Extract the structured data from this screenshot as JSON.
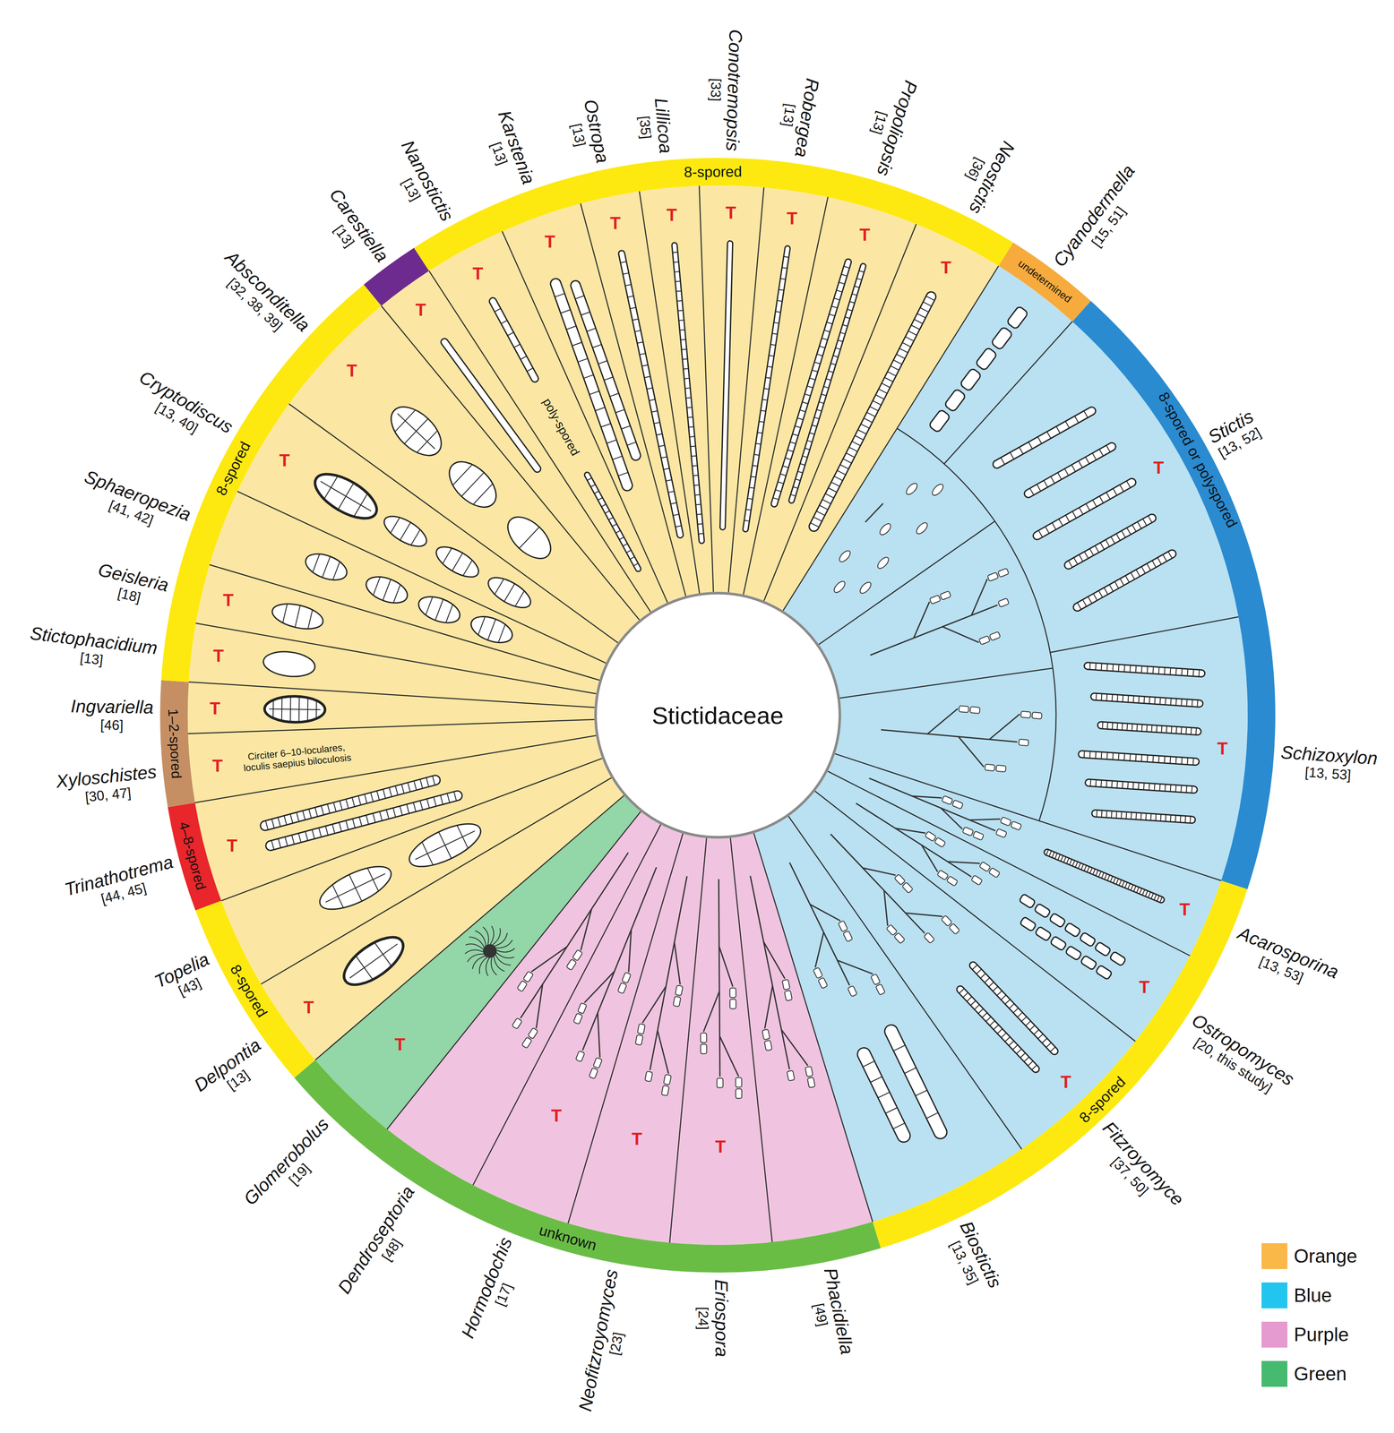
{
  "diagram": {
    "nodes": [
      {
        "text": [
          "Stictidaceae"
        ]
      }
    ],
    "labels": [
      "Delpontia",
      "[13]",
      "Topelia",
      "[43]",
      "Trinathotrema",
      "[44, 45]",
      "Xyloschistes",
      "[30, 47]",
      "Ingvariella",
      "[46]",
      "Stictophacidium",
      "[13]",
      "Geisleria",
      "[18]",
      "Sphaeropezia",
      "[41, 42]",
      "Cryptodiscus",
      "[13, 40]",
      "Absconditella",
      "[32, 38, 39]",
      "Carestiella",
      "[13]",
      "Nanostictis",
      "[13]",
      "Karstenia",
      "[13]",
      "Ostropa",
      "[13]",
      "Lillicoa",
      "[35]",
      "Conotremopsis",
      "[33]",
      "Robergea",
      "[13]",
      "Propoliopsis",
      "[13]",
      "Neostictis",
      "[36]",
      "Cyanodermella",
      "[15, 51]",
      "Stictis",
      "[13, 52]",
      "Schizoxylon",
      "[13, 53]",
      "Acarosporina",
      "[13, 53]",
      "Ostropomyces",
      "[20, this study]",
      "Fitzroyomyce",
      "[37, 50]",
      "Biostictis",
      "[13, 35]",
      "Phacidiella",
      "[49]",
      "Eriospora",
      "[24]",
      "Neofitzroyomyces",
      "[23]",
      "Hormodochis",
      "[17]",
      "Dendroseptoria",
      "[48]",
      "Glomerobolus",
      "[19]",
      "8-spored",
      "undetermined",
      "8-spored or polyspored",
      "8-spored",
      "unknown",
      "8-spored",
      "4–8-spored",
      "1–2-spored",
      "8-spored",
      "poly-spored",
      "Circiter 6–10-loculares, loculis saepius biloculosis",
      "T",
      "T",
      "T",
      "T",
      "T",
      "T",
      "T",
      "T",
      "T",
      "T",
      "T",
      "T",
      "T",
      "T",
      "T",
      "T",
      "T",
      "T",
      "T",
      "T",
      "T",
      "T",
      "T",
      "T",
      "T",
      "T"
    ],
    "legend": [
      {
        "text": "Orange",
        "color": "#f9b848"
      },
      {
        "text": "Blue",
        "color": "#22c5ee"
      },
      {
        "text": "Purple",
        "color": "#e59bd0"
      },
      {
        "text": "Green",
        "color": "#46ba6f"
      }
    ]
  }
}
